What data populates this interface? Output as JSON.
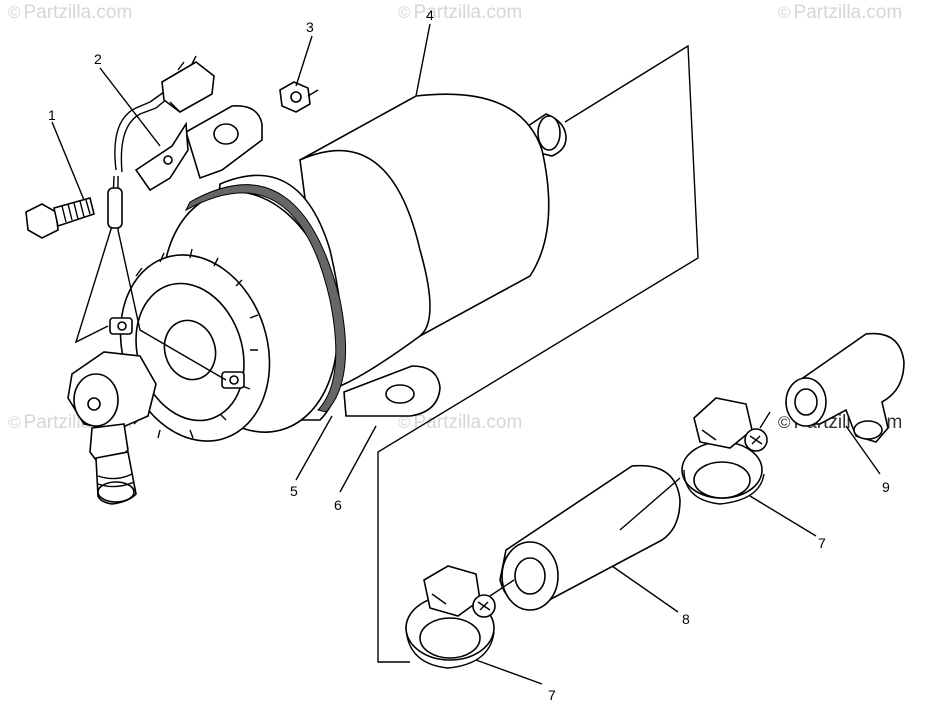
{
  "watermark": "Partzilla.com",
  "watermark_symbol": "©",
  "callouts": {
    "c1": "1",
    "c2": "2",
    "c3": "3",
    "c4": "4",
    "c5": "5",
    "c6": "6",
    "c7a": "7",
    "c7b": "7",
    "c8": "8",
    "c9": "9"
  },
  "icons": {
    "pump": "fuel-pump",
    "clamp": "hose-clamp",
    "hose": "hose",
    "elbow": "elbow-fitting",
    "screw": "screw",
    "nut": "nut",
    "connector": "wire-connector",
    "bracket": "mounting-bracket"
  }
}
